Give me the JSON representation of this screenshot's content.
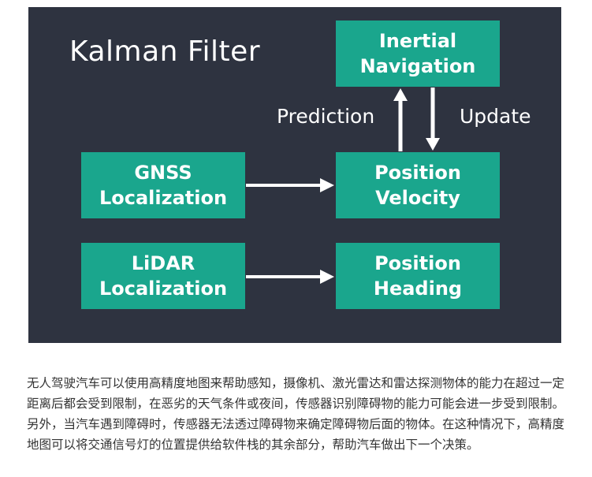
{
  "diagram": {
    "title": "Kalman Filter",
    "boxes": {
      "inertial": [
        "Inertial",
        "Navigation"
      ],
      "position_velocity": [
        "Position",
        "Velocity"
      ],
      "gnss": [
        "GNSS",
        "Localization"
      ],
      "lidar": [
        "LiDAR",
        "Localization"
      ],
      "position_heading": [
        "Position",
        "Heading"
      ]
    },
    "labels": {
      "prediction": "Prediction",
      "update": "Update"
    },
    "colors": {
      "background": "#2e3340",
      "box": "#1aa68d",
      "text": "#ffffff"
    }
  },
  "paragraph": "无人驾驶汽车可以使用高精度地图来帮助感知，摄像机、激光雷达和雷达探测物体的能力在超过一定距离后都会受到限制，在恶劣的天气条件或夜间，传感器识别障碍物的能力可能会进一步受到限制。另外，当汽车遇到障碍时，传感器无法透过障碍物来确定障碍物后面的物体。在这种情况下，高精度地图可以将交通信号灯的位置提供给软件栈的其余部分，帮助汽车做出下一个决策。"
}
